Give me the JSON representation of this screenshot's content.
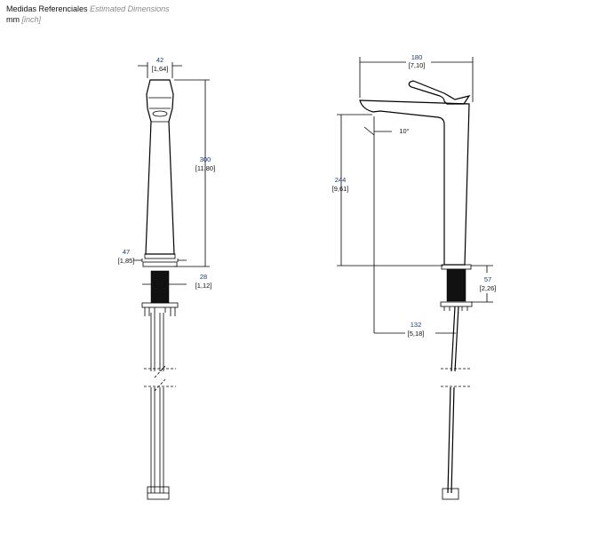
{
  "header": {
    "title": "Medidas Referenciales",
    "title_en": "Estimated Dimensions",
    "units": "mm",
    "units_alt": "[inch]"
  },
  "front_view": {
    "top_width": {
      "mm": "42",
      "inch": "[1,64]"
    },
    "height": {
      "mm": "300",
      "inch": "[11,80]"
    },
    "base_width": {
      "mm": "47",
      "inch": "[1,85]"
    },
    "shank_width": {
      "mm": "28",
      "inch": "[1,12]"
    }
  },
  "side_view": {
    "reach": {
      "mm": "180",
      "inch": "[7,10]"
    },
    "spout_height": {
      "mm": "244",
      "inch": "[9,61]"
    },
    "angle": "10°",
    "shank_length": {
      "mm": "57",
      "inch": "[2,26]"
    },
    "spout_projection": {
      "mm": "132",
      "inch": "[5,18]"
    }
  }
}
